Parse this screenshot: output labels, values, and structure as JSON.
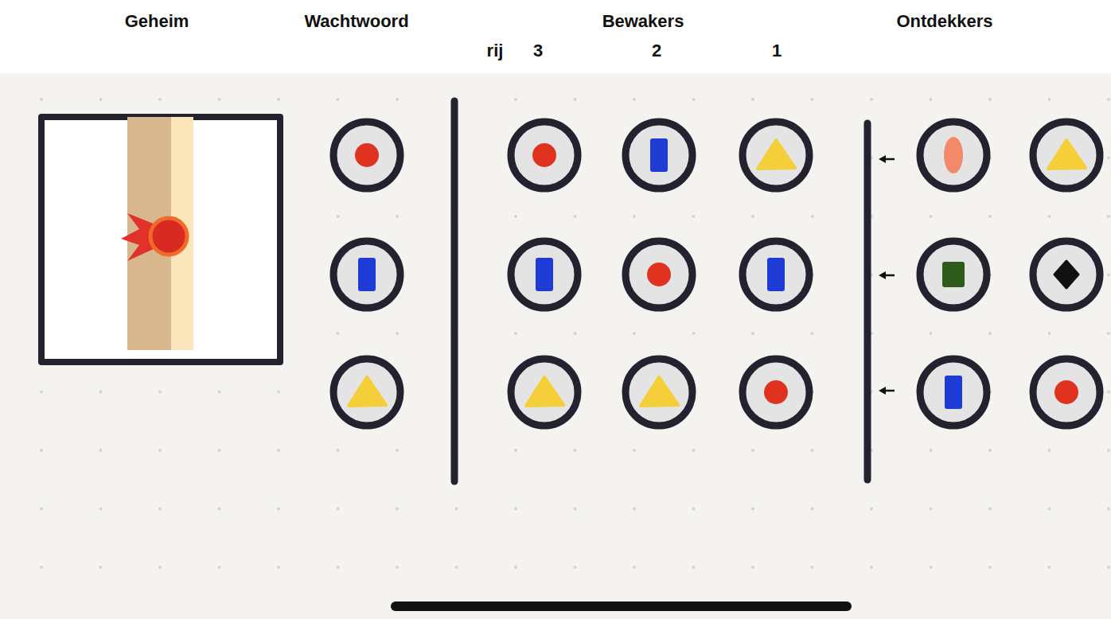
{
  "diagram": {
    "labels": [
      "Geheim",
      "Wachtwoord",
      "Bewakers",
      "Ontdekkers",
      "rij",
      "3",
      "2",
      "1"
    ]
  }
}
